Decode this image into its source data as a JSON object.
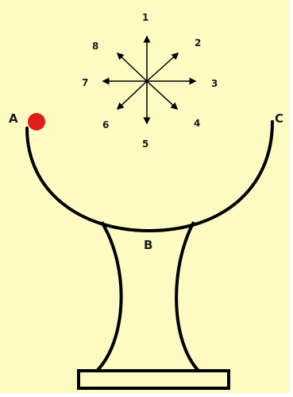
{
  "points": {
    "a": "A",
    "b": "B",
    "c": "C"
  },
  "directions": {
    "d1": "1",
    "d2": "2",
    "d3": "3",
    "d4": "4",
    "d5": "5",
    "d6": "6",
    "d7": "7",
    "d8": "8"
  },
  "colors": {
    "background": "#fdfbc1",
    "ball": "#e21b1b",
    "ink": "#000000"
  }
}
